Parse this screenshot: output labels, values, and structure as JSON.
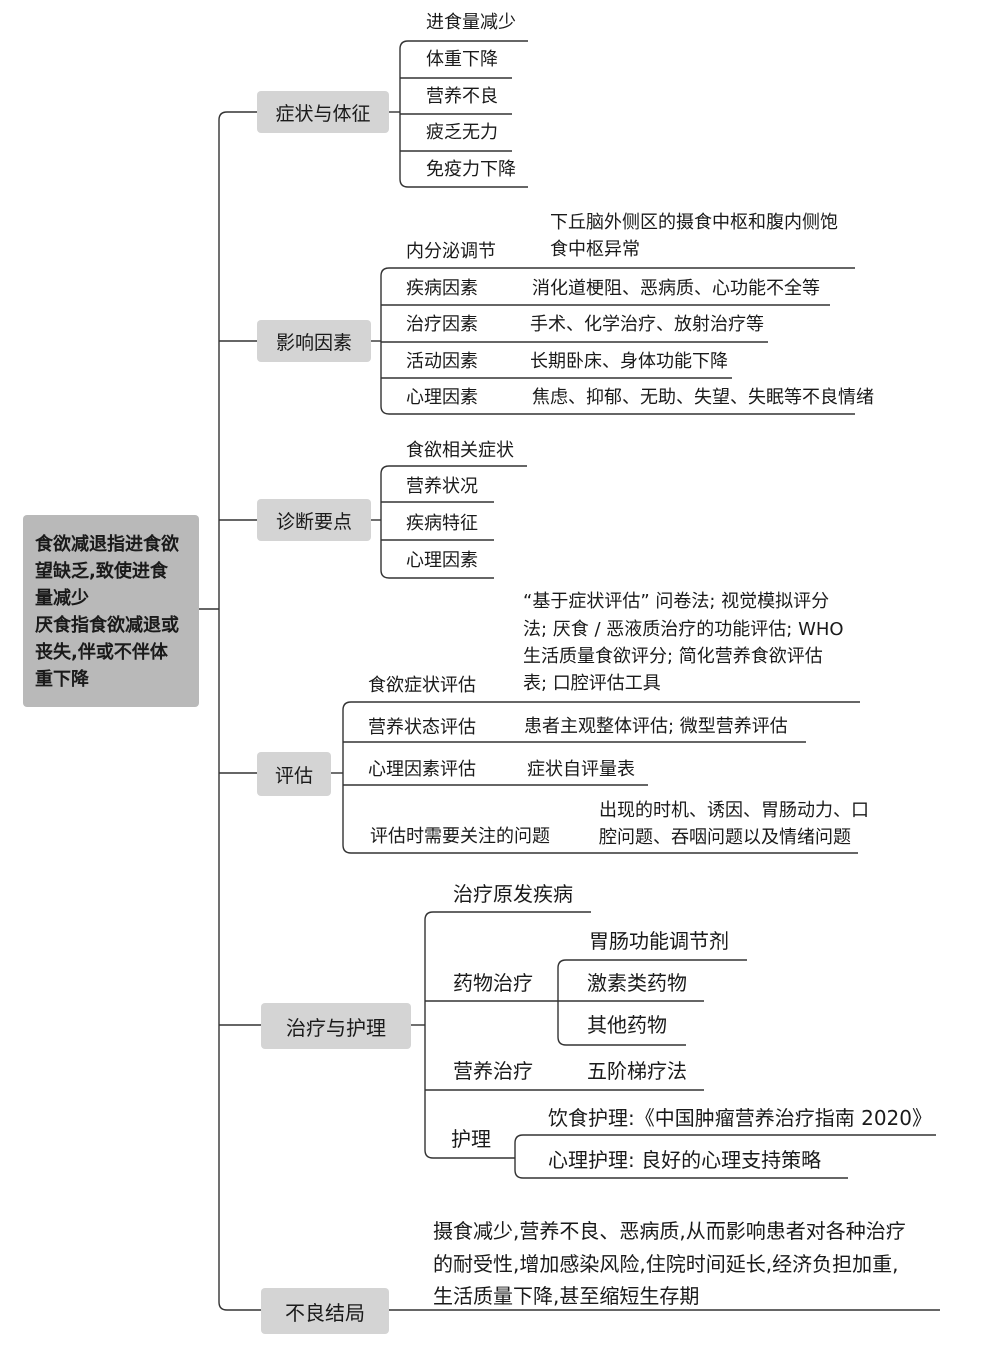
{
  "root": {
    "line1": "食欲减退指进食欲",
    "line2": "望缺乏,致使进食",
    "line3": "量减少",
    "line4": "厌食指食欲减退或",
    "line5": "丧失,伴或不伴体",
    "line6": "重下降"
  },
  "symptoms": {
    "label": "症状与体征",
    "items": [
      "进食量减少",
      "体重下降",
      "营养不良",
      "疲乏无力",
      "免疫力下降"
    ]
  },
  "factors": {
    "label": "影响因素",
    "items": [
      {
        "name": "内分泌调节",
        "desc_line1": "下丘脑外侧区的摄食中枢和腹内侧饱",
        "desc_line2": "食中枢异常"
      },
      {
        "name": "疾病因素",
        "desc": "消化道梗阻、恶病质、心功能不全等"
      },
      {
        "name": "治疗因素",
        "desc": "手术、化学治疗、放射治疗等"
      },
      {
        "name": "活动因素",
        "desc": "长期卧床、身体功能下降"
      },
      {
        "name": "心理因素",
        "desc": "焦虑、抑郁、无助、失望、失眠等不良情绪"
      }
    ]
  },
  "diagnosis": {
    "label": "诊断要点",
    "items": [
      "食欲相关症状",
      "营养状况",
      "疾病特征",
      "心理因素"
    ]
  },
  "assessment": {
    "label": "评估",
    "items": [
      {
        "name": "食欲症状评估",
        "desc_line1": "“基于症状评估” 问卷法; 视觉模拟评分",
        "desc_line2": "法; 厌食 / 恶液质治疗的功能评估; WHO",
        "desc_line3": "生活质量食欲评分; 简化营养食欲评估",
        "desc_line4": "表; 口腔评估工具"
      },
      {
        "name": "营养状态评估",
        "desc": "患者主观整体评估; 微型营养评估"
      },
      {
        "name": "心理因素评估",
        "desc": "症状自评量表"
      },
      {
        "name": "评估时需要关注的问题",
        "desc_line1": "出现的时机、诱因、胃肠动力、口",
        "desc_line2": "腔问题、吞咽问题以及情绪问题"
      }
    ]
  },
  "treatment": {
    "label": "治疗与护理",
    "primary": "治疗原发疾病",
    "drug": {
      "name": "药物治疗",
      "items": [
        "胃肠功能调节剂",
        "激素类药物",
        "其他药物"
      ]
    },
    "nutrition": {
      "name": "营养治疗",
      "desc": "五阶梯疗法"
    },
    "nursing": {
      "name": "护理",
      "items": [
        "饮食护理:《中国肿瘤营养治疗指南 2020》",
        "心理护理: 良好的心理支持策略"
      ]
    }
  },
  "outcome": {
    "label": "不良结局",
    "line1": "摄食减少,营养不良、恶病质,从而影响患者对各种治疗",
    "line2": "的耐受性,增加感染风险,住院时间延长,经济负担加重,",
    "line3": "生活质量下降,甚至缩短生存期"
  }
}
